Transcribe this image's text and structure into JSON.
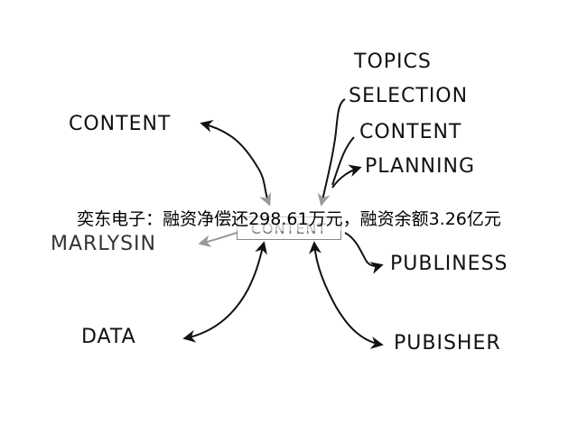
{
  "diagram": {
    "center": {
      "label": "CONTENT"
    },
    "nodes": {
      "content_left": "CONTENT",
      "topics": "TOPICS",
      "selection": "SELECTION",
      "content_right": "CONTENT",
      "planning": "PLANNING",
      "marlysin": "MARLYSIN",
      "publiness": "PUBLINESS",
      "data": "DATA",
      "pubisher": "PUBISHER"
    }
  },
  "caption": {
    "text": "奕东电子：融资净偿还298.61万元，融资余额3.26亿元"
  },
  "colors": {
    "ink": "#111111",
    "center_border": "#888888",
    "center_text": "#777777",
    "arrow_gray": "#999999"
  }
}
